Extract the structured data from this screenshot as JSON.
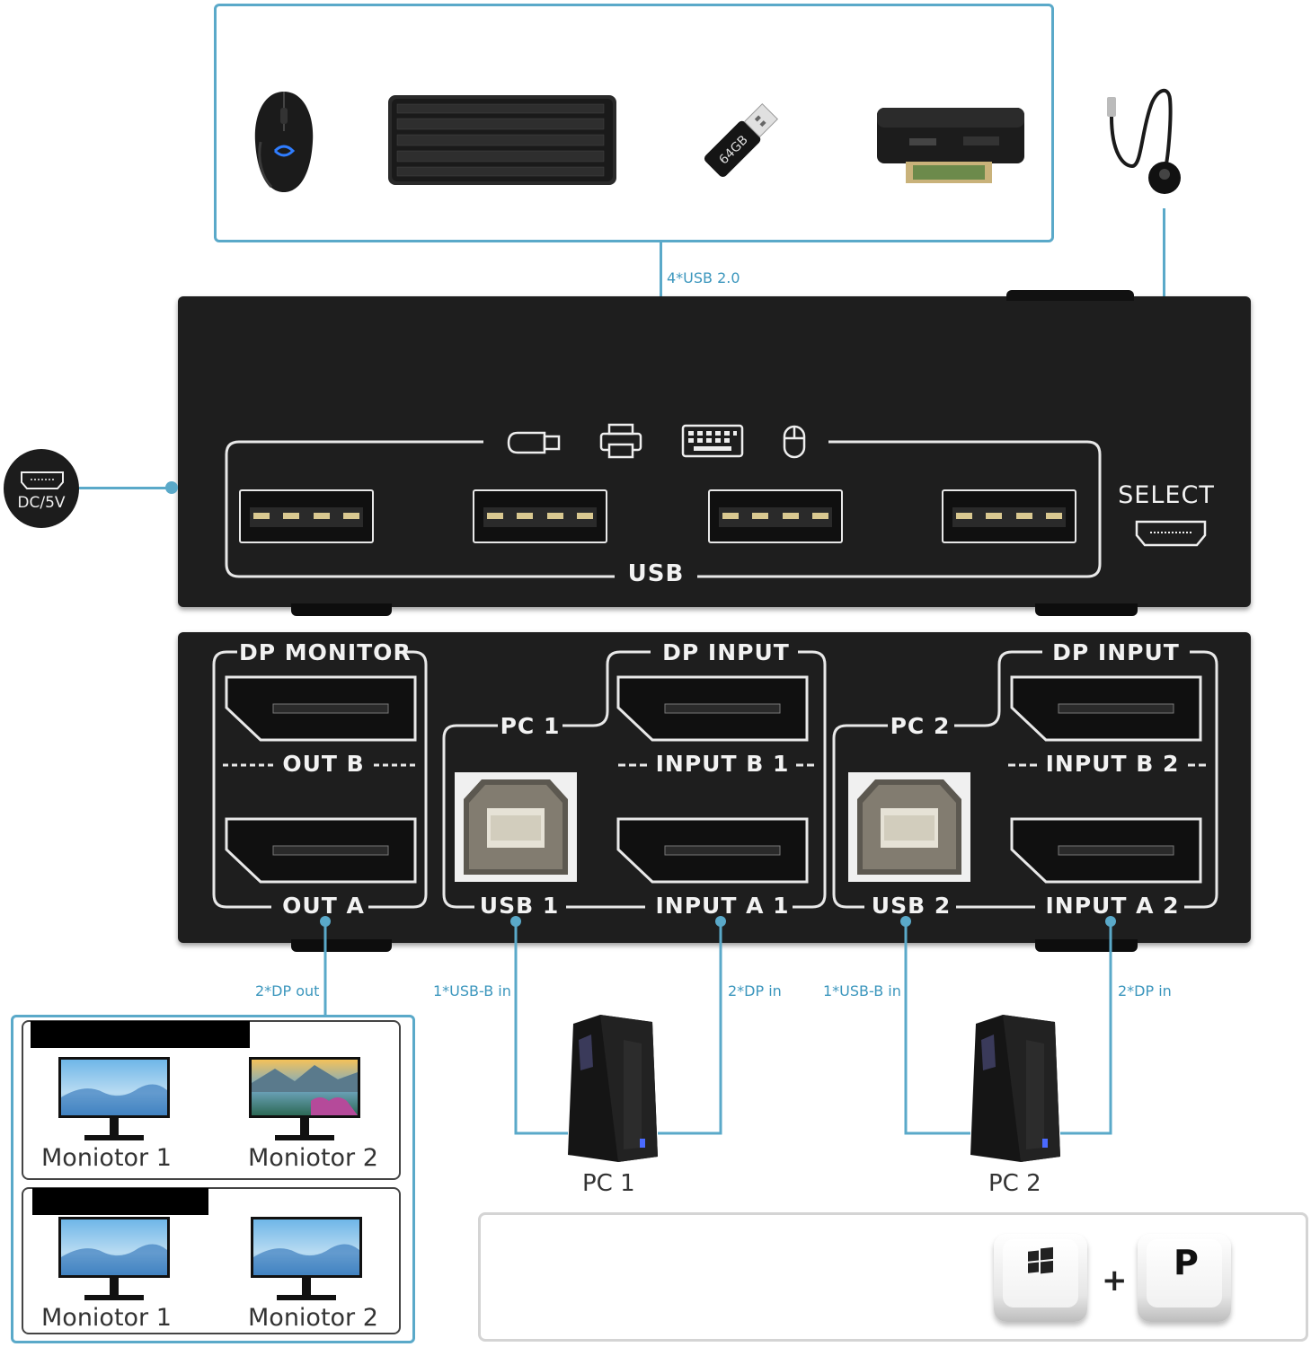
{
  "top_devices": {
    "connection_label": "4*USB 2.0"
  },
  "switch_top": {
    "usb_label": "USB",
    "select_label": "SELECT",
    "power_label": "DC/5V"
  },
  "switch_bottom": {
    "dp_monitor": "DP MONITOR",
    "out_b": "OUT B",
    "out_a": "OUT A",
    "pc1_label": "PC 1",
    "pc2_label": "PC 2",
    "dp_input_1": "DP INPUT",
    "dp_input_2": "DP INPUT",
    "input_b1": "INPUT B 1",
    "input_b2": "INPUT B 2",
    "input_a1": "INPUT A 1",
    "input_a2": "INPUT A 2",
    "usb1": "USB 1",
    "usb2": "USB 2"
  },
  "connections": {
    "dp_out": "2*DP out",
    "usbb_in_1": "1*USB-B in",
    "dp_in_1": "2*DP in",
    "usbb_in_2": "1*USB-B in",
    "dp_in_2": "2*DP in"
  },
  "monitors": {
    "group1": [
      "Moniotor 1",
      "Moniotor 2"
    ],
    "group2": [
      "Moniotor 1",
      "Moniotor 2"
    ]
  },
  "pcs": [
    "PC 1",
    "PC 2"
  ],
  "hotkey": {
    "plus": "+",
    "key": "P",
    "modifier_icon": "windows-logo-icon"
  },
  "colors": {
    "accent": "#5aa9c9",
    "switch_body": "#1e1e1e"
  }
}
